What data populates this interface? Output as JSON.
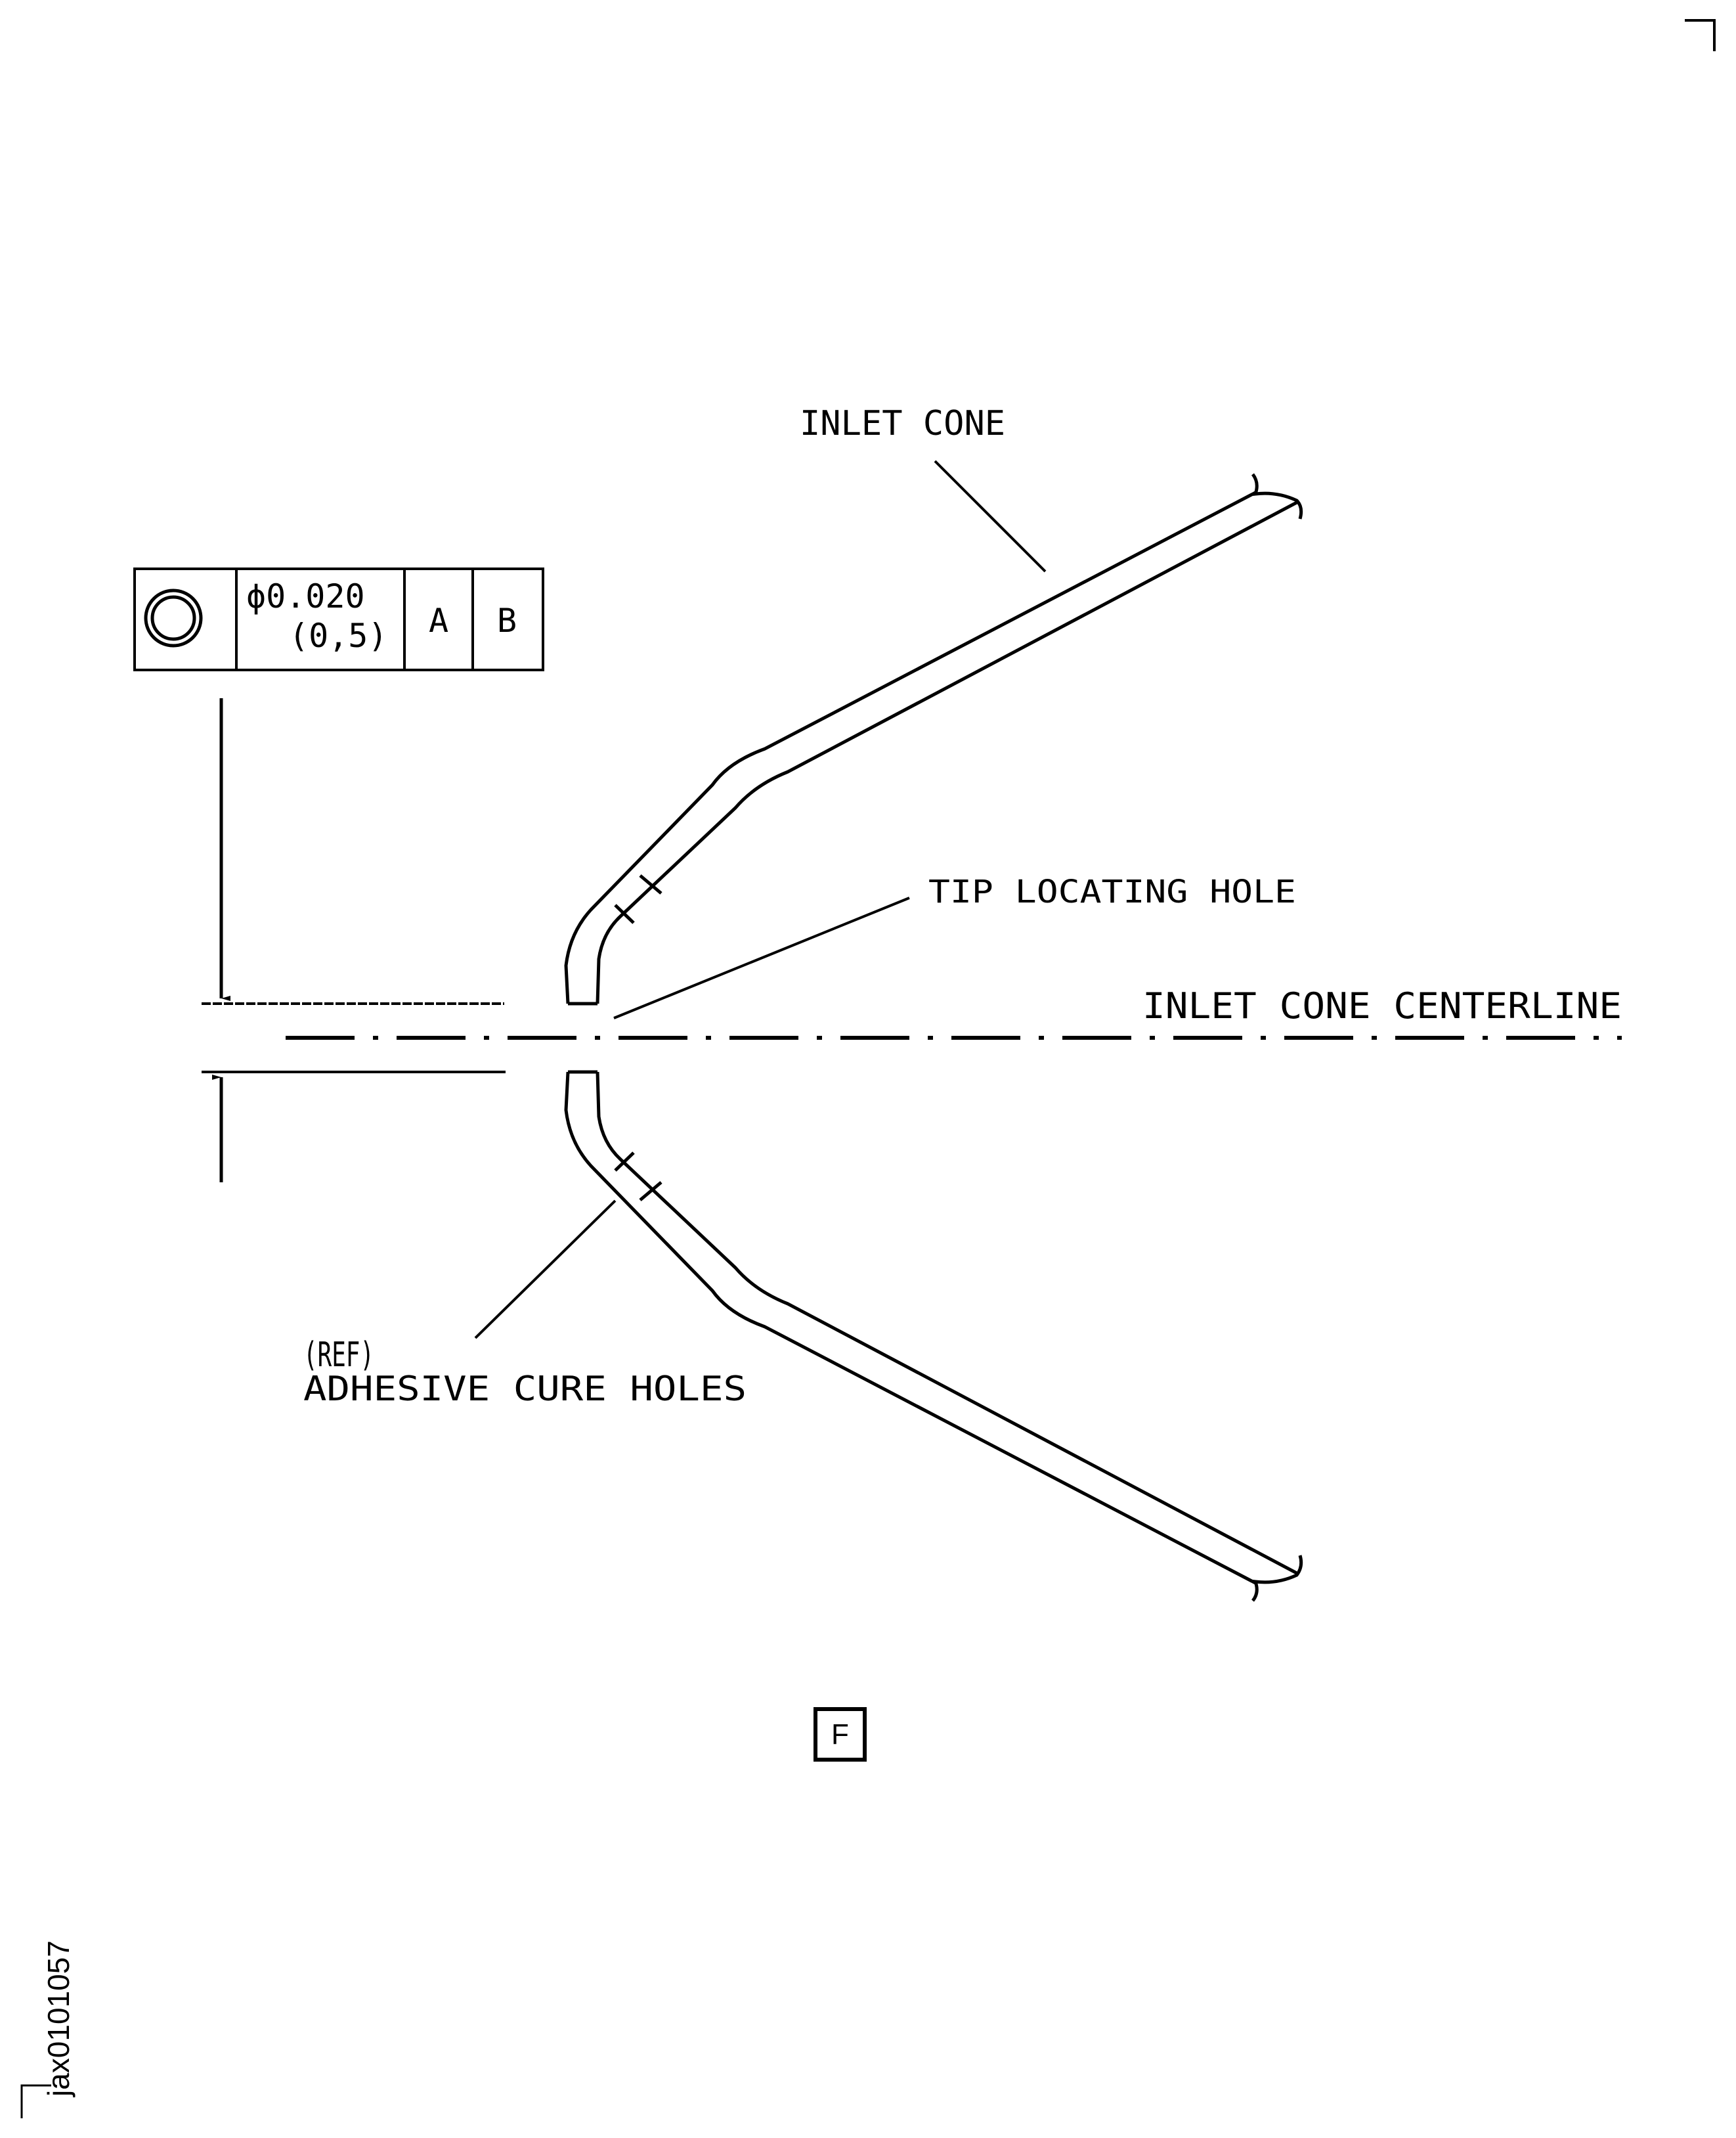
{
  "labels": {
    "inlet_cone": "INLET CONE",
    "tip_locating_hole": "TIP LOCATING HOLE",
    "inlet_cone_centerline": "INLET CONE CENTERLINE",
    "ref": "(REF)",
    "adhesive_cure_holes": "ADHESIVE CURE HOLES"
  },
  "feature_control_frame": {
    "symbol": "concentricity-icon",
    "tolerance_line1": "ϕ0.020",
    "tolerance_line2": "(0,5)",
    "datum_primary": "A",
    "datum_secondary": "B"
  },
  "view_label": "F",
  "figure_id": "jax0101057"
}
